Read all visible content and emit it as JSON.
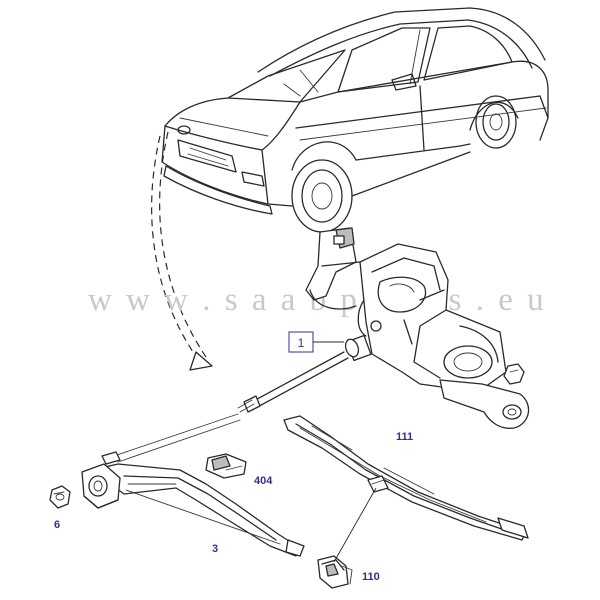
{
  "watermark": "w w w . s a a b p a r t s . e u",
  "callouts": {
    "motor_unit": "1",
    "nut_left": "6",
    "wiper_arm": "3",
    "clip_part": "404",
    "wiper_blade": "111",
    "blade_adapter": "110"
  },
  "colors": {
    "callout": "#2e3192",
    "line_art": "#2a2a2a",
    "watermark": "#c9c9c9"
  }
}
